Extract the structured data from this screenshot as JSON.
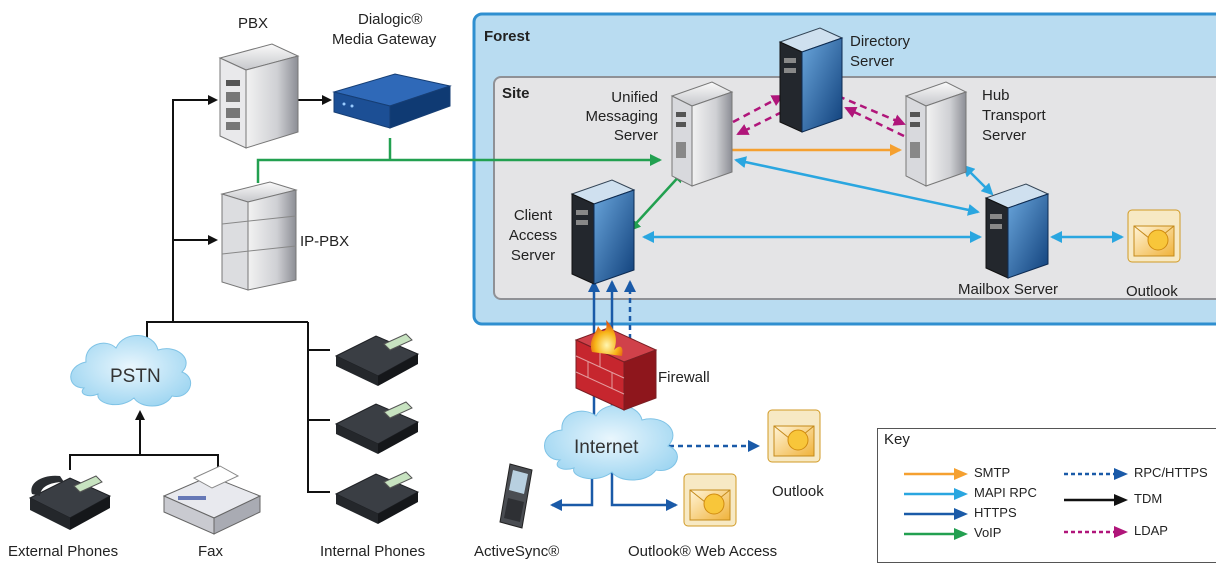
{
  "labels": {
    "pbx": "PBX",
    "dialogic_line1": "Dialogic®",
    "dialogic_line2": "Media Gateway",
    "ip_pbx": "IP-PBX",
    "pstn": "PSTN",
    "external_phones": "External Phones",
    "fax": "Fax",
    "internal_phones": "Internal Phones",
    "activesync": "ActiveSync®",
    "owa": "Outlook® Web Access",
    "outlook_internet": "Outlook",
    "internet": "Internet",
    "firewall": "Firewall",
    "forest": "Forest",
    "site": "Site",
    "um_line1": "Unified",
    "um_line2": "Messaging",
    "um_line3": "Server",
    "dir_line1": "Directory",
    "dir_line2": "Server",
    "hub_line1": "Hub",
    "hub_line2": "Transport",
    "hub_line3": "Server",
    "cas_line1": "Client",
    "cas_line2": "Access",
    "cas_line3": "Server",
    "mailbox": "Mailbox Server",
    "outlook_forest": "Outlook"
  },
  "key": {
    "title": "Key",
    "items": [
      {
        "label": "SMTP",
        "color": "#f5a030",
        "style": "solid"
      },
      {
        "label": "MAPI RPC",
        "color": "#2aa6e0",
        "style": "solid"
      },
      {
        "label": "HTTPS",
        "color": "#1a5aa8",
        "style": "solid"
      },
      {
        "label": "VoIP",
        "color": "#22a050",
        "style": "solid"
      },
      {
        "label": "RPC/HTTPS",
        "color": "#1a5aa8",
        "style": "dashed"
      },
      {
        "label": "TDM",
        "color": "#111111",
        "style": "solid"
      },
      {
        "label": "LDAP",
        "color": "#b0157a",
        "style": "dashed"
      }
    ]
  },
  "colors": {
    "forest_fill": "#b9dcf1",
    "forest_border": "#2f8fd0",
    "site_fill": "#e4e4e6",
    "smtp": "#f5a030",
    "mapi": "#2aa6e0",
    "https": "#1a5aa8",
    "voip": "#22a050",
    "tdm": "#111111",
    "ldap": "#b0157a"
  }
}
